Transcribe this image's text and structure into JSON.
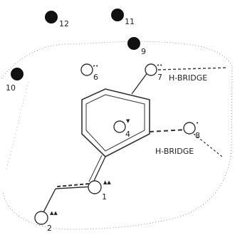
{
  "figure": {
    "description_labels": {
      "hbridge_1": "H-BRIDGE",
      "hbridge_2": "H-BRIDGE"
    },
    "points": [
      {
        "id": "p1",
        "label": "1",
        "kind": "open",
        "marker": "▲▲"
      },
      {
        "id": "p2",
        "label": "2",
        "kind": "open",
        "marker": "▲▲"
      },
      {
        "id": "p4",
        "label": "4",
        "kind": "open",
        "marker": "▼"
      },
      {
        "id": "p6",
        "label": "6",
        "kind": "open",
        "marker": "••"
      },
      {
        "id": "p7",
        "label": "7",
        "kind": "open",
        "marker": "••"
      },
      {
        "id": "p8",
        "label": "8",
        "kind": "open",
        "marker": "•"
      },
      {
        "id": "p9",
        "label": "9",
        "kind": "filled",
        "marker": ""
      },
      {
        "id": "p10",
        "label": "10",
        "kind": "filled",
        "marker": ""
      },
      {
        "id": "p11",
        "label": "11",
        "kind": "filled",
        "marker": ""
      },
      {
        "id": "p12",
        "label": "12",
        "kind": "filled",
        "marker": ""
      }
    ]
  }
}
